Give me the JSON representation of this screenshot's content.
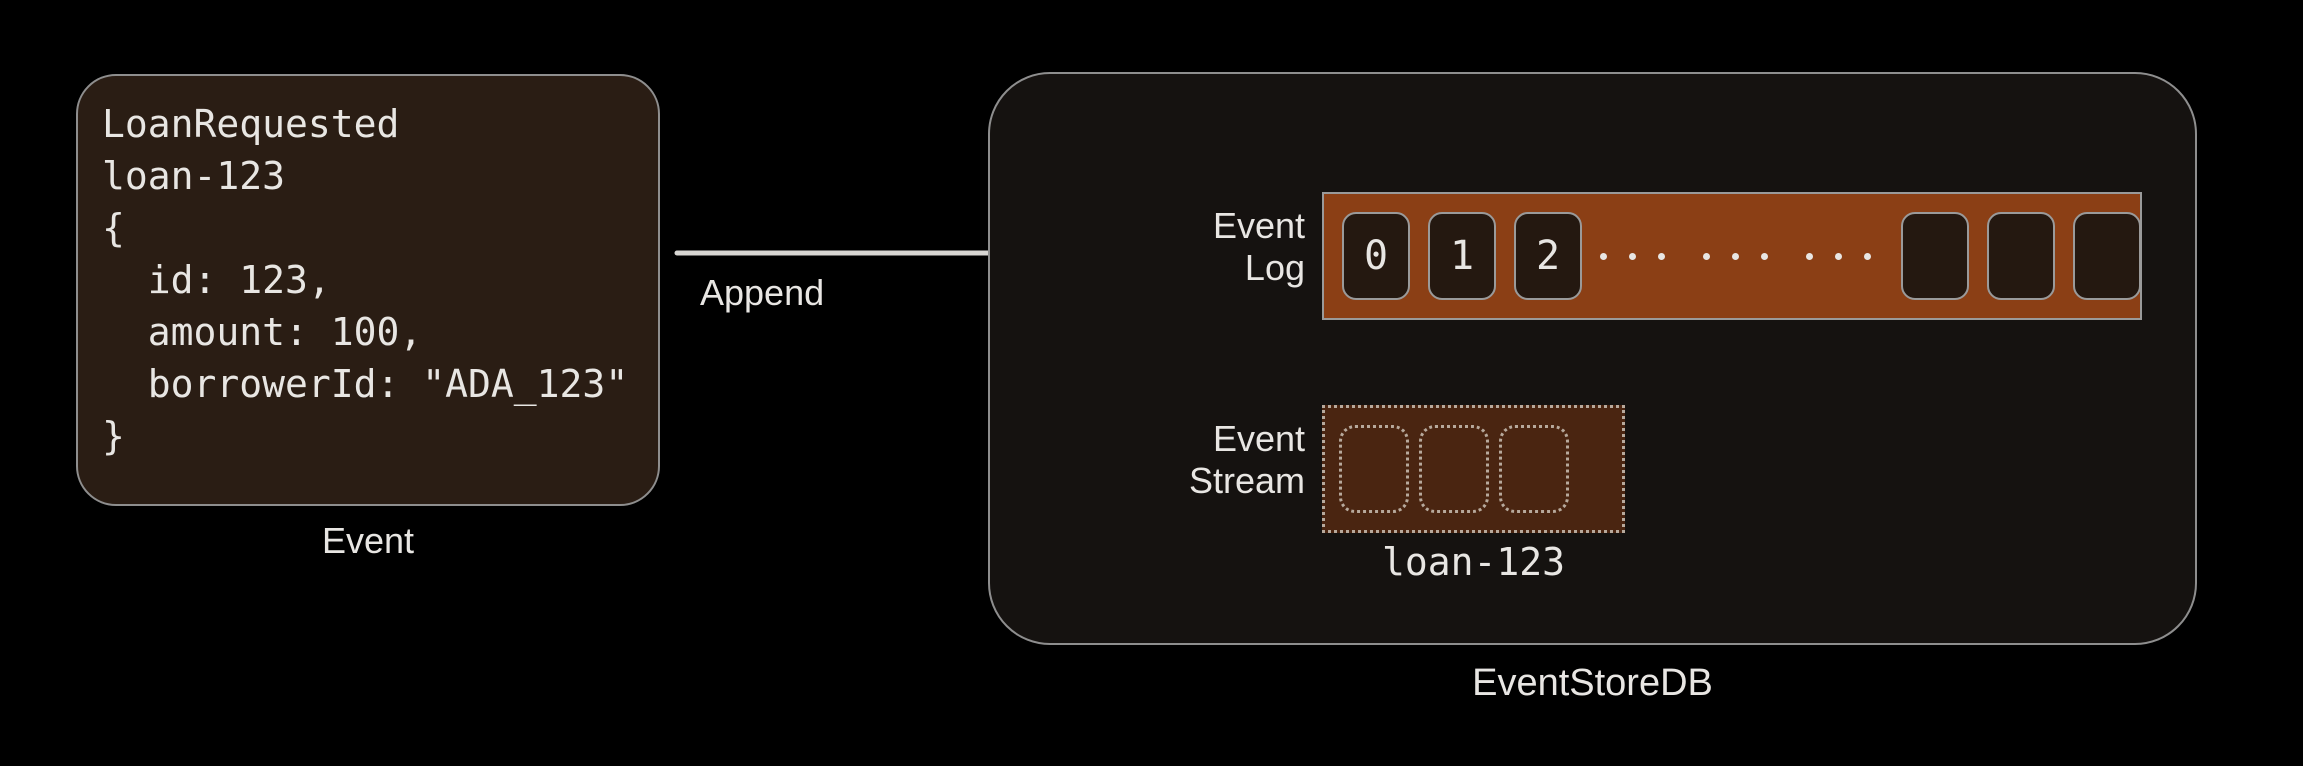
{
  "canvas": {
    "background": "#000000",
    "stroke": "#8e8e8e",
    "text_color": "#e8e6e3",
    "accent_brown": "#8b3f15",
    "card_fill": "#2a1d14",
    "container_fill": "#151210"
  },
  "event_card": {
    "caption": "Event",
    "code": "LoanRequested\nloan-123\n{\n  id: 123,\n  amount: 100,\n  borrowerId: \"ADA_123\"\n}"
  },
  "arrow": {
    "label": "Append"
  },
  "eventstore": {
    "caption": "EventStoreDB",
    "event_log": {
      "label": "Event\nLog",
      "label_line1": "Event",
      "label_line2": "Log",
      "cells": [
        "0",
        "1",
        "2"
      ],
      "ellipsis_groups": 3,
      "ellipsis_dots_per_group": 3,
      "trailing_empty_cells": 3
    },
    "event_stream": {
      "label": "Event\nStream",
      "label_line1": "Event",
      "label_line2": "Stream",
      "caption": "loan-123",
      "empty_cells": 3
    }
  }
}
